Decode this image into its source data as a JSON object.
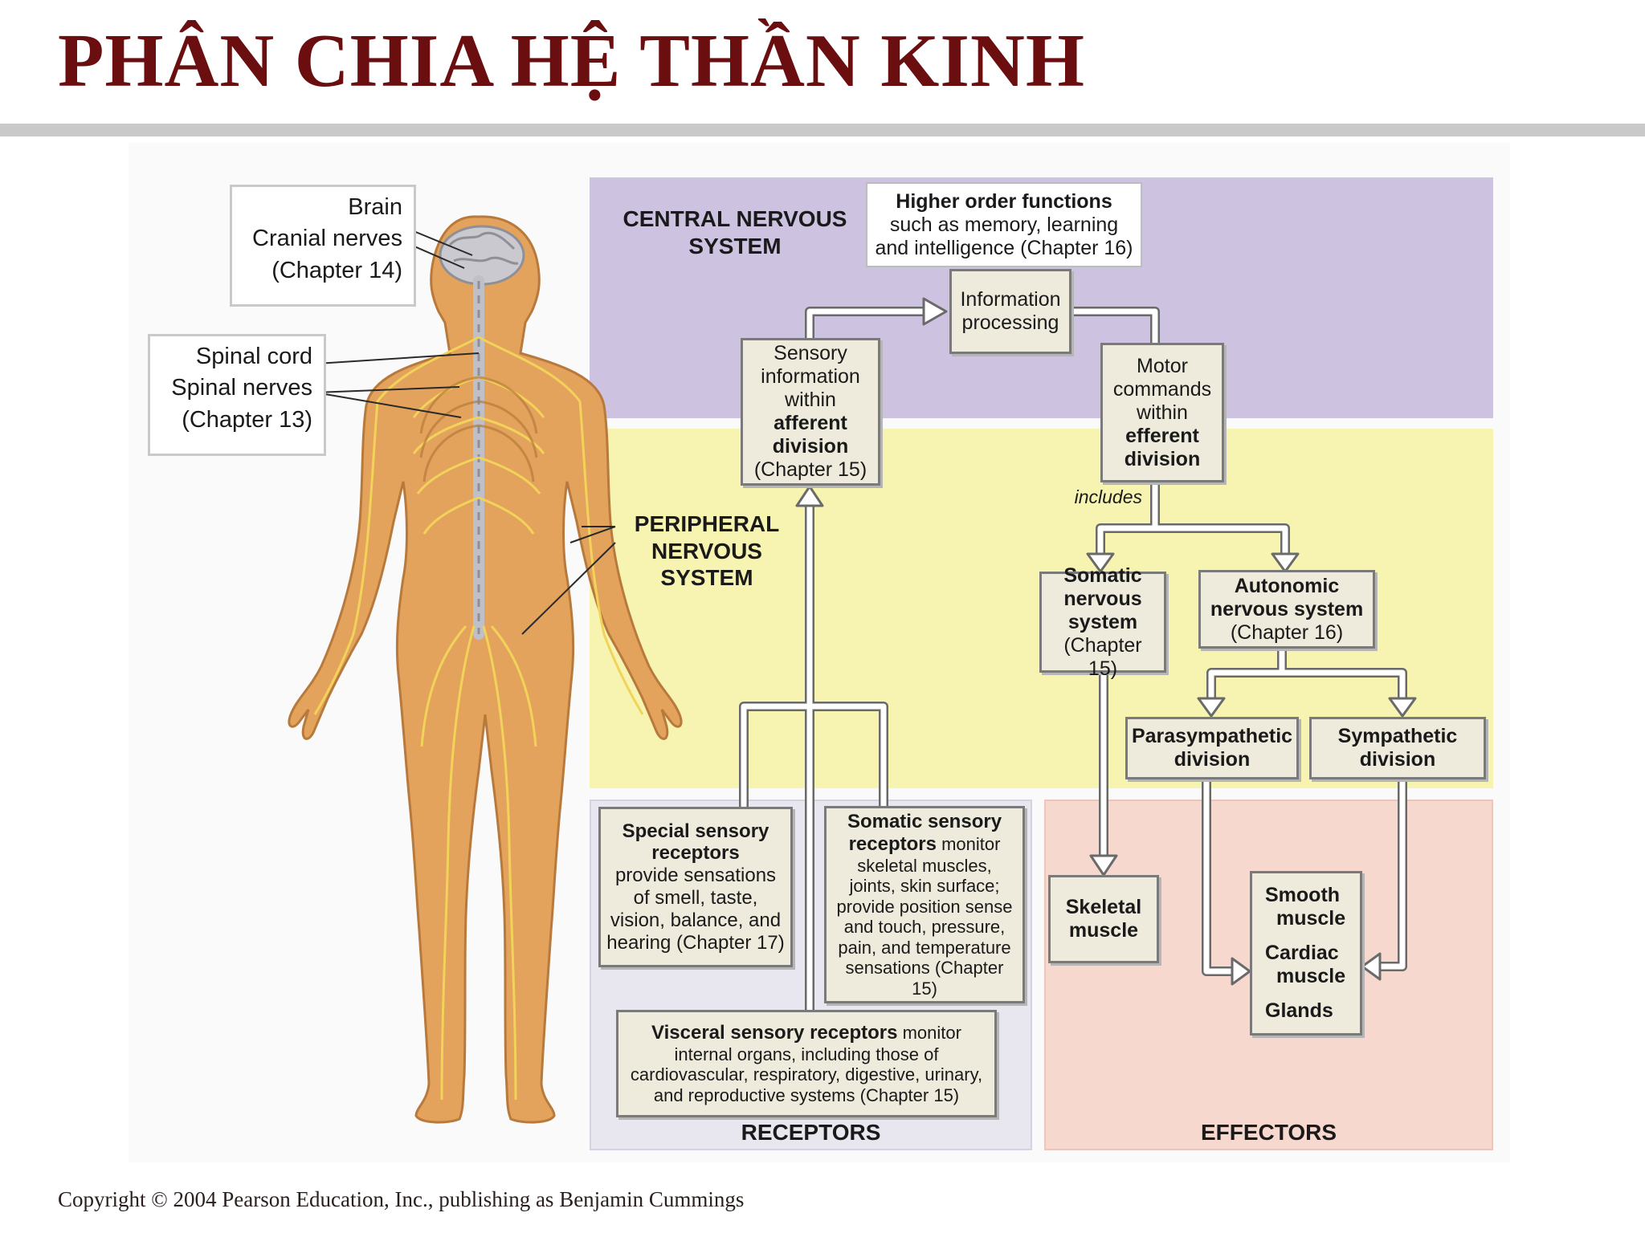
{
  "title": "PHÂN CHIA HỆ THẦN KINH",
  "copyright": "Copyright © 2004 Pearson Education, Inc., publishing as Benjamin Cummings",
  "colors": {
    "title": "#6b0e10",
    "cns_region": "#cdc3e0",
    "pns_region": "#f6f4b0",
    "receptors_region": "#e8e6ee",
    "effectors_region": "#f7d8cf",
    "box_fill": "#eeebdc",
    "body_skin": "#e3a35c",
    "nerve": "#f2d35a"
  },
  "body_labels": {
    "brain_group": {
      "line1": "Brain",
      "line2": "Cranial nerves",
      "line3": "(Chapter 14)"
    },
    "spinal_group": {
      "line1": "Spinal cord",
      "line2": "Spinal nerves",
      "line3": "(Chapter 13)"
    }
  },
  "regions": {
    "cns": {
      "line1": "CENTRAL NERVOUS",
      "line2": "SYSTEM"
    },
    "pns": {
      "line1": "PERIPHERAL",
      "line2": "NERVOUS",
      "line3": "SYSTEM"
    },
    "receptors": "RECEPTORS",
    "effectors": "EFFECTORS"
  },
  "boxes": {
    "higher_order": {
      "line1": "Higher order functions",
      "line2": "such as memory, learning",
      "line3": "and intelligence (Chapter 16)"
    },
    "information_processing": {
      "line1": "Information",
      "line2": "processing"
    },
    "sensory_info": {
      "line1": "Sensory",
      "line2": "information",
      "line3": "within",
      "line4": "afferent",
      "line5": "division",
      "line6": "(Chapter 15)"
    },
    "motor_commands": {
      "line1": "Motor",
      "line2": "commands",
      "line3": "within",
      "line4": "efferent",
      "line5": "division"
    },
    "includes": "includes",
    "somatic_ns": {
      "line1": "Somatic",
      "line2": "nervous",
      "line3": "system",
      "line4": "(Chapter 15)"
    },
    "autonomic_ns": {
      "line1": "Autonomic",
      "line2": "nervous system",
      "line3": "(Chapter 16)"
    },
    "parasympathetic": {
      "line1": "Parasympathetic",
      "line2": "division"
    },
    "sympathetic": {
      "line1": "Sympathetic",
      "line2": "division"
    },
    "special_sensory": {
      "line1": "Special sensory",
      "line2": "receptors",
      "line3": "provide sensations",
      "line4": "of smell, taste,",
      "line5": "vision, balance, and",
      "line6": "hearing (Chapter 17)"
    },
    "somatic_sensory": {
      "bold1": "Somatic sensory",
      "bold2": "receptors",
      "text2": " monitor",
      "line3": "skeletal muscles,",
      "line4": "joints, skin surface;",
      "line5": "provide position sense",
      "line6": "and touch, pressure,",
      "line7": "pain, and temperature",
      "line8": "sensations (Chapter 15)"
    },
    "visceral_sensory": {
      "bold1": "Visceral sensory receptors",
      "text1": " monitor",
      "line2": "internal organs, including those of",
      "line3": "cardiovascular, respiratory, digestive, urinary,",
      "line4": "and reproductive systems (Chapter 15)"
    },
    "skeletal_muscle": {
      "line1": "Skeletal",
      "line2": "muscle"
    },
    "smooth_group": {
      "line1": "Smooth",
      "line2": "muscle",
      "line3": "Cardiac",
      "line4": "muscle",
      "line5": "Glands"
    }
  }
}
